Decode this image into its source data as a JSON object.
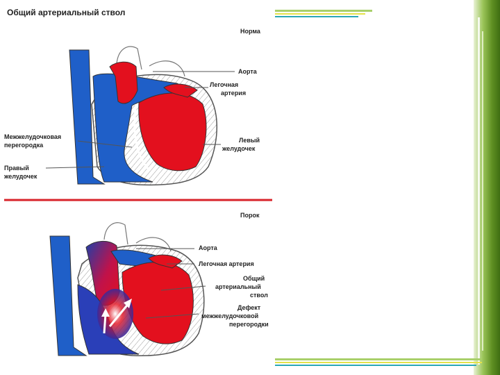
{
  "figure": {
    "title": "Общий артериальный ствол",
    "normal": {
      "heading": "Норма",
      "labels": {
        "aorta": "Аорта",
        "pulmonary_1": "Легочная",
        "pulmonary_2": "артерия",
        "left_ventricle_1": "Левый",
        "left_ventricle_2": "желудочек",
        "septum_1": "Межжелудочковая",
        "septum_2": "перегородка",
        "right_ventricle_1": "Правый",
        "right_ventricle_2": "желудочек"
      }
    },
    "defect": {
      "heading": "Порок",
      "labels": {
        "aorta": "Аорта",
        "pulmonary": "Легочная артерия",
        "trunk_1": "Общий",
        "trunk_2": "артериальный",
        "trunk_3": "ствол",
        "vsd_1": "Дефект",
        "vsd_2": "межжелудочковой",
        "vsd_3": "перегородки"
      }
    }
  },
  "colors": {
    "arterial_red": "#e3101e",
    "venous_blue": "#1f5fc8",
    "divider_red": "#d8232a",
    "green_accent": "#6b9a2c",
    "teal_accent": "#2aa7b5"
  }
}
